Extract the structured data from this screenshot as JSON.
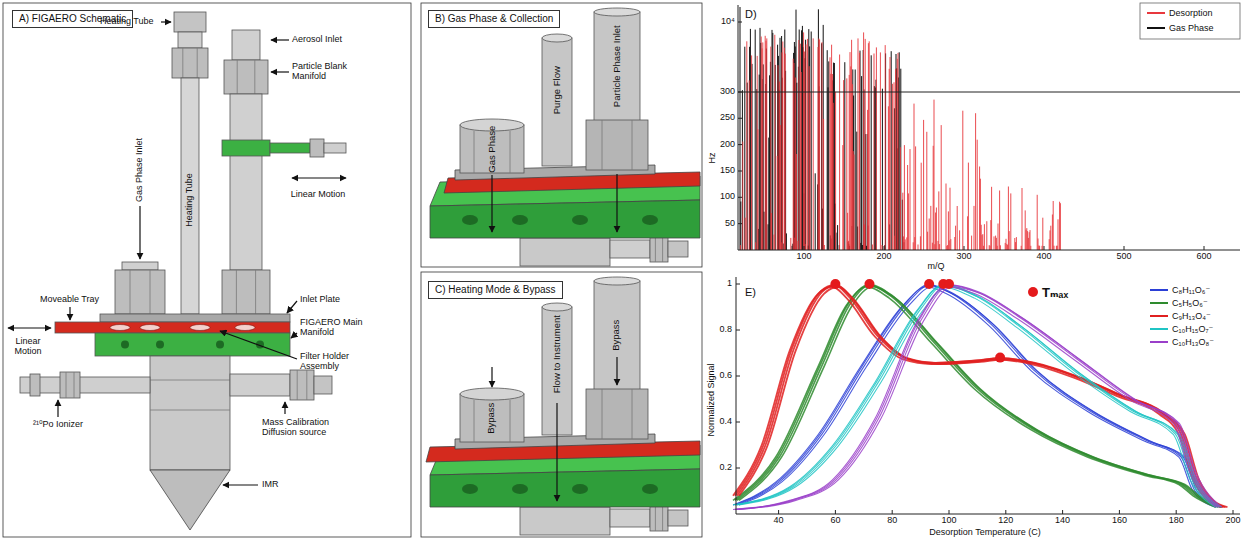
{
  "diagram": {
    "nodes": [
      {
        "text": [
          "A) FIGAERO Schematic"
        ]
      },
      {
        "text": [
          "B) Gas Phase & Collection"
        ]
      },
      {
        "text": [
          "C) Heating Mode & Bypass"
        ]
      }
    ],
    "labels": [
      "Heating Tube",
      "Aerosol Inlet",
      "Particle Blank Manifold",
      "Linear Motion",
      "Gas Phase Inlet",
      "Heating Tube",
      "Moveable Tray",
      "Inlet Plate",
      "Linear Motion",
      "FIGAERO Main Manifold",
      "Filter Holder Assembly",
      "²¹⁰Po Ionizer",
      "Mass Calibration Diffusion source",
      "IMR",
      "Gas Phase",
      "Purge Flow",
      "Particle Phase Inlet",
      "Bypass",
      "Flow to Instrument",
      "Bypass",
      "D)",
      "10⁴",
      "300",
      "250",
      "200",
      "150",
      "100",
      "50",
      "Hz",
      "100",
      "200",
      "300",
      "400",
      "500",
      "600",
      "m/Q",
      "E)",
      "1",
      "0.8",
      "0.6",
      "0.4",
      "0.2",
      "Normalized Signal",
      "40",
      "60",
      "80",
      "100",
      "120",
      "140",
      "160",
      "180",
      "200",
      "Desorption Temperature (C)"
    ],
    "legend": [
      {
        "text": "Desorption"
      },
      {
        "text": "Gas Phase"
      },
      {
        "text": "Tₘₐₓ"
      },
      {
        "text": "C₈H₁₁O₆⁻"
      },
      {
        "text": "C₅H₅O₆⁻"
      },
      {
        "text": "C₉H₁₃O₄⁻"
      },
      {
        "text": "C₁₀H₁₅O₇⁻"
      },
      {
        "text": "C₁₀H₁₃O₈⁻"
      }
    ]
  }
}
